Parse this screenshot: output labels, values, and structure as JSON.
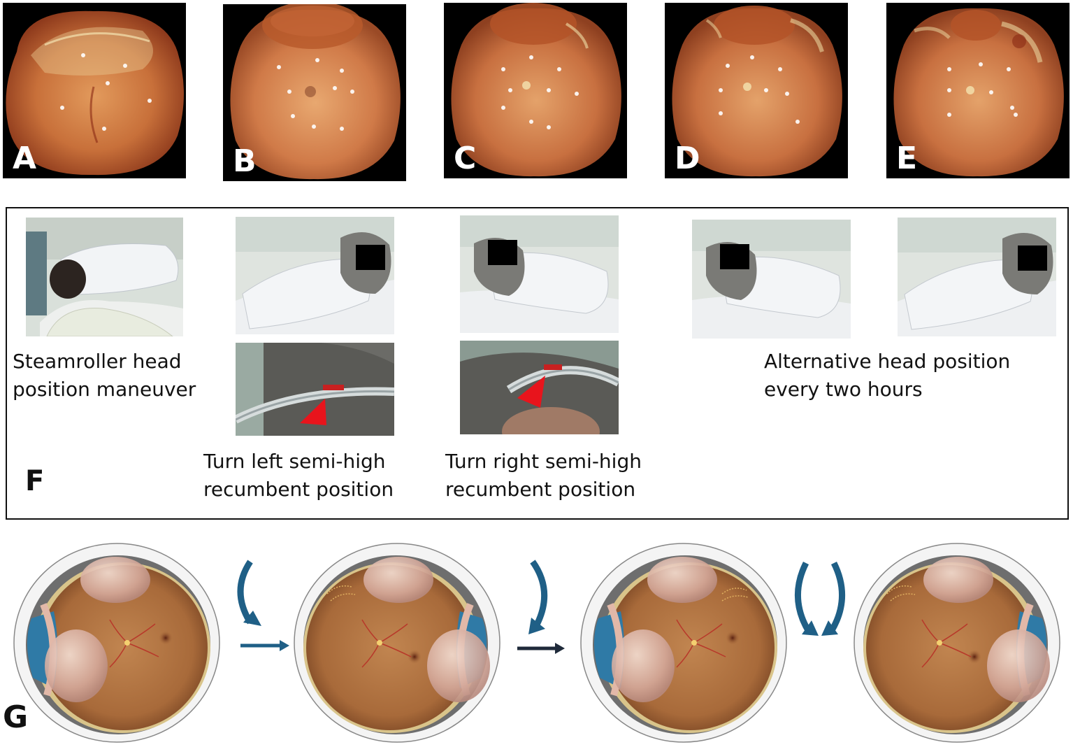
{
  "row1": {
    "panels": [
      {
        "label": "A"
      },
      {
        "label": "B"
      },
      {
        "label": "C"
      },
      {
        "label": "D"
      },
      {
        "label": "E"
      }
    ]
  },
  "row2": {
    "label": "F",
    "captions": {
      "steamroller": "Steamroller head\nposition maneuver",
      "turn_left": "Turn left semi-high\nrecumbent position",
      "turn_right": "Turn right semi-high\nrecumbent position",
      "alternative": "Alternative head position\nevery two hours"
    }
  },
  "row3": {
    "label": "G"
  },
  "colors": {
    "fundus_orange": "#c8703a",
    "arrow_blue": "#1f5f86",
    "pointer_red": "#e8141c"
  }
}
